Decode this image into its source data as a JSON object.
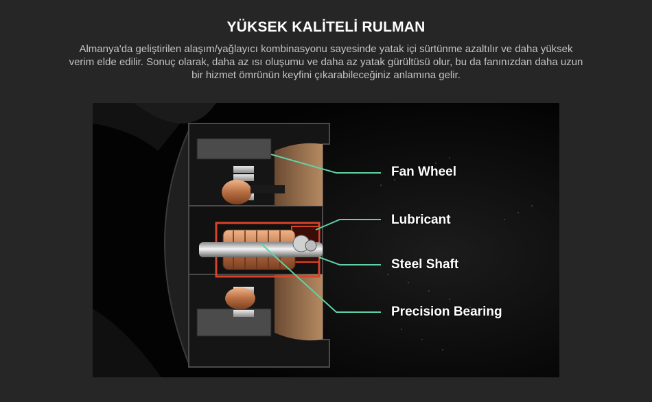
{
  "header": {
    "title": "YÜKSEK KALİTELİ RULMAN",
    "description": "Almanya'da geliştirilen alaşım/yağlayıcı kombinasyonu sayesinde yatak içi sürtünme azaltılır ve daha yüksek verim elde edilir. Sonuç olarak, daha az ısı oluşumu ve daha az yatak gürültüsü olur, bu da fanınızdan daha uzun bir hizmet ömrünün keyfini çıkarabileceğiniz anlamına gelir."
  },
  "figure": {
    "callouts": {
      "fan_wheel": "Fan Wheel",
      "lubricant": "Lubricant",
      "steel_shaft": "Steel Shaft",
      "precision_bearing": "Precision Bearing"
    }
  },
  "colors": {
    "background": "#262626",
    "callout_line": "#5fd3a6",
    "lubricant": "#d8432a",
    "copper": "#c8845a"
  }
}
